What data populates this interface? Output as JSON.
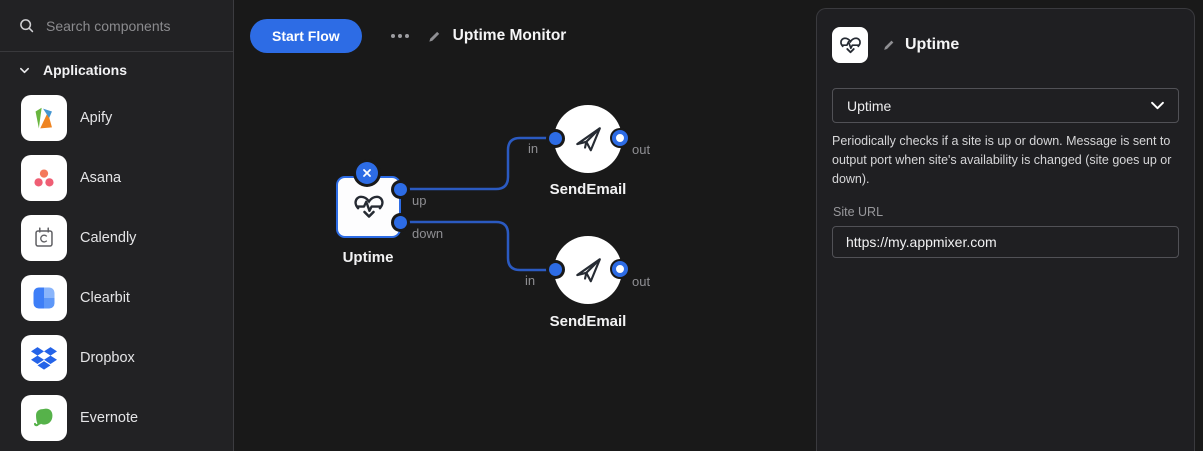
{
  "colors": {
    "accent_blue": "#2d6ce5",
    "edge_blue": "#2b5ac1",
    "canvas_bg": "#191919",
    "sidebar_bg": "#222224",
    "panel_bg": "#1f1f22"
  },
  "sidebar": {
    "search_placeholder": "Search components",
    "section_label": "Applications",
    "apps": [
      {
        "name": "Apify",
        "icon": "apify-icon"
      },
      {
        "name": "Asana",
        "icon": "asana-icon"
      },
      {
        "name": "Calendly",
        "icon": "calendly-icon"
      },
      {
        "name": "Clearbit",
        "icon": "clearbit-icon"
      },
      {
        "name": "Dropbox",
        "icon": "dropbox-icon"
      },
      {
        "name": "Evernote",
        "icon": "evernote-icon"
      }
    ]
  },
  "canvas": {
    "start_flow_label": "Start Flow",
    "flow_title": "Uptime Monitor",
    "port_labels": {
      "up": "up",
      "down": "down",
      "in": "in",
      "out": "out"
    },
    "nodes": [
      {
        "label": "Uptime"
      },
      {
        "label": "SendEmail"
      },
      {
        "label": "SendEmail"
      }
    ]
  },
  "inspector": {
    "title": "Uptime",
    "component_select_value": "Uptime",
    "description": "Periodically checks if a site is up or down. Message is sent to output port when site's availability is changed (site goes up or down).",
    "site_url_label": "Site URL",
    "site_url_value": "https://my.appmixer.com"
  }
}
